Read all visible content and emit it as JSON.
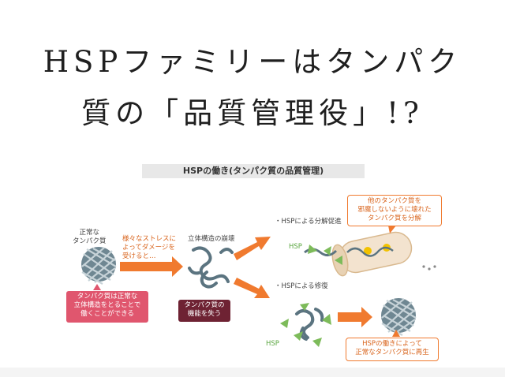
{
  "headline": {
    "line1": "HSPファミリーはタンパク",
    "line2": "質の「品質管理役」!?"
  },
  "figure": {
    "title": "HSPの働き(タンパク質の品質管理)",
    "normal_label": "正常な\nタンパク質",
    "stress_label": "様々なストレスに\nよってダメージを\n受けると…",
    "collapse_label": "立体構造の崩壊",
    "branch1_label": "・HSPによる分解促進",
    "branch2_label": "・HSPによる修復",
    "hsp_label_1": "HSP",
    "hsp_label_2": "HSP",
    "pink_box": "タンパク質は正常な\n立体構造をとることで\n働くことができる",
    "dark_box": "タンパク質の\n機能を失う",
    "callout_top": "他のタンパク質を\n邪魔しないように壊れた\nタンパク質を分解",
    "callout_bottom": "HSPの働きによって\n正常なタンパク質に再生"
  },
  "colors": {
    "arrow": "#f07a2f",
    "pink": "#e0566e",
    "dark": "#6e2233",
    "hsp_green": "#7dbb5a",
    "protein": "#5b7480"
  }
}
